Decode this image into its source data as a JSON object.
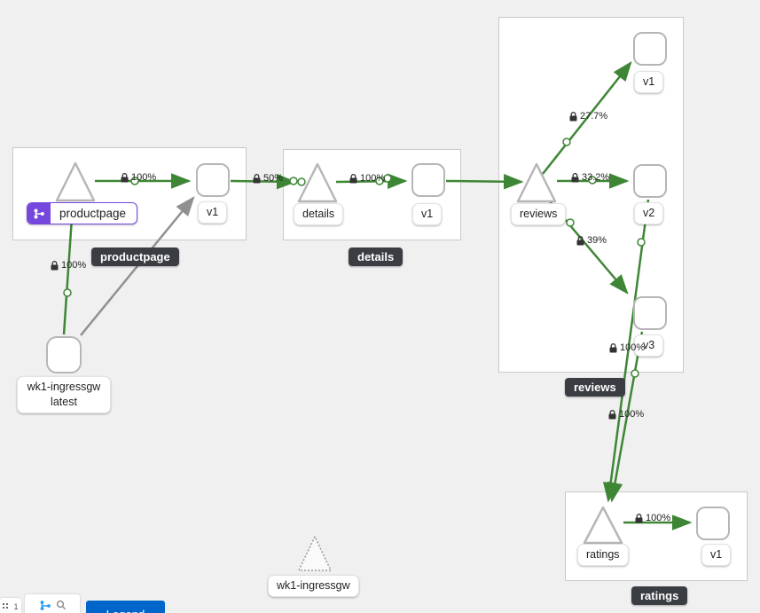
{
  "graph": {
    "groups": {
      "productpage": "productpage",
      "details": "details",
      "reviews": "reviews",
      "ratings": "ratings"
    },
    "nodes": {
      "productpage_app": "productpage",
      "productpage_v1": "v1",
      "details_app": "details",
      "details_v1": "v1",
      "reviews_app": "reviews",
      "reviews_v1": "v1",
      "reviews_v2": "v2",
      "reviews_v3": "v3",
      "ratings_app": "ratings",
      "ratings_v1": "v1",
      "ingress_workload_line1": "wk1-ingressgw",
      "ingress_workload_line2": "latest",
      "ingress_idle": "wk1-ingressgw"
    },
    "edge_labels": {
      "ingress_to_productpage": "100%",
      "productpage_to_v1": "100%",
      "productpage_to_details": "50%",
      "details_to_v1": "100%",
      "reviews_to_v1": "27.7%",
      "reviews_to_v2": "33.2%",
      "reviews_to_v3": "39%",
      "reviews_v3_to_ratings": "100%",
      "reviews_v2_to_ratings": "100%",
      "ratings_to_v1": "100%"
    }
  },
  "toolbar": {
    "legend_label": "Legend",
    "zoom_indicator": "1"
  },
  "colors": {
    "edge_green": "#3e8635",
    "edge_gray": "#909090",
    "badge_purple": "#7547dc",
    "chip_dark": "#3a3d42",
    "button_blue": "#0066cc"
  }
}
